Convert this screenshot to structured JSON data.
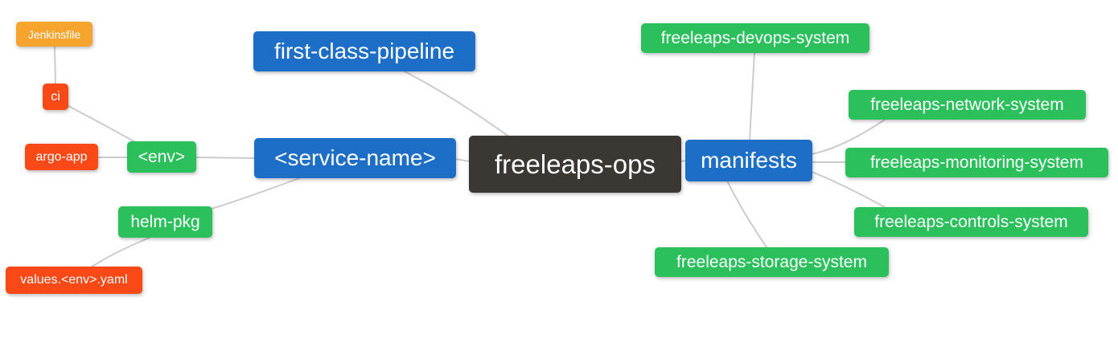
{
  "diagram": {
    "type": "mindmap",
    "title": "freeleaps-ops repository structure mind map",
    "colors": {
      "background": "#FFFFFF",
      "root_node": "#3B3733",
      "level1_node": "#1D6EC6",
      "level2_node": "#2BC05C",
      "level3_node": "#F84917",
      "level4_node": "#F7A42E",
      "node_text": "#FFFFFF",
      "connector_line": "#CCCCCC"
    },
    "nodes": {
      "root": {
        "label": "freeleaps-ops",
        "level": 0
      },
      "first_class_pipeline": {
        "label": "first-class-pipeline",
        "level": 1
      },
      "service_name": {
        "label": "<service-name>",
        "level": 1
      },
      "manifests": {
        "label": "manifests",
        "level": 1
      },
      "env": {
        "label": "<env>",
        "level": 2
      },
      "helm_pkg": {
        "label": "helm-pkg",
        "level": 2
      },
      "ci": {
        "label": "ci",
        "level": 3
      },
      "argo_app": {
        "label": "argo-app",
        "level": 3
      },
      "values_env_yaml": {
        "label": "values.<env>.yaml",
        "level": 3
      },
      "jenkinsfile": {
        "label": "Jenkinsfile",
        "level": 4
      },
      "devops_system": {
        "label": "freeleaps-devops-system",
        "level": 2
      },
      "network_system": {
        "label": "freeleaps-network-system",
        "level": 2
      },
      "monitoring_system": {
        "label": "freeleaps-monitoring-system",
        "level": 2
      },
      "controls_system": {
        "label": "freeleaps-controls-system",
        "level": 2
      },
      "storage_system": {
        "label": "freeleaps-storage-system",
        "level": 2
      }
    },
    "edges": [
      {
        "from": "jenkinsfile",
        "to": "ci"
      },
      {
        "from": "ci",
        "to": "env"
      },
      {
        "from": "argo_app",
        "to": "env"
      },
      {
        "from": "env",
        "to": "service_name"
      },
      {
        "from": "helm_pkg",
        "to": "service_name"
      },
      {
        "from": "values_env_yaml",
        "to": "helm_pkg"
      },
      {
        "from": "first_class_pipeline",
        "to": "root"
      },
      {
        "from": "service_name",
        "to": "root"
      },
      {
        "from": "manifests",
        "to": "root"
      },
      {
        "from": "devops_system",
        "to": "manifests"
      },
      {
        "from": "network_system",
        "to": "manifests"
      },
      {
        "from": "monitoring_system",
        "to": "manifests"
      },
      {
        "from": "controls_system",
        "to": "manifests"
      },
      {
        "from": "storage_system",
        "to": "manifests"
      }
    ]
  }
}
